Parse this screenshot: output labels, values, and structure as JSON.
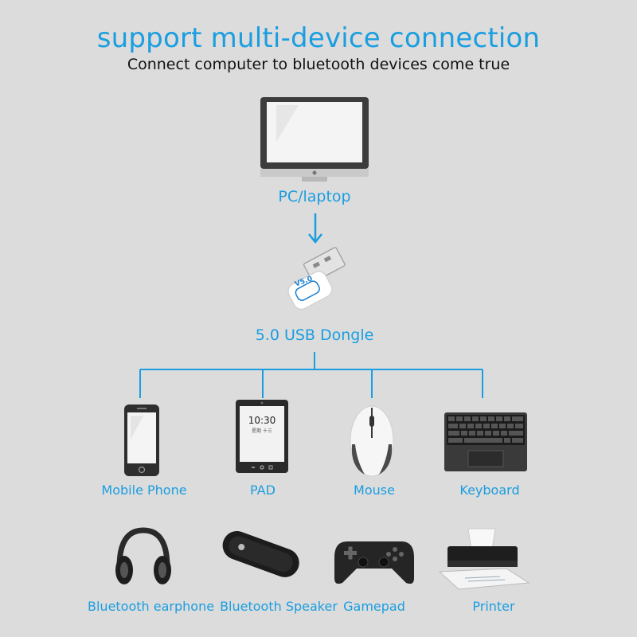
{
  "header": {
    "title": "support multi-device connection",
    "subtitle": "Connect computer to bluetooth devices come true"
  },
  "hub": {
    "pc_label": "PC/laptop",
    "dongle_badge": "V5.0",
    "dongle_label": "5.0 USB Dongle"
  },
  "devices_row1": [
    {
      "label": "Mobile Phone",
      "icon": "mobile-phone-icon"
    },
    {
      "label": "PAD",
      "icon": "tablet-icon",
      "screen_time": "10:30",
      "screen_date": "星期 十三"
    },
    {
      "label": "Mouse",
      "icon": "mouse-icon"
    },
    {
      "label": "Keyboard",
      "icon": "keyboard-icon"
    }
  ],
  "devices_row2": [
    {
      "label": "Bluetooth earphone",
      "icon": "headphones-icon"
    },
    {
      "label": "Bluetooth Speaker",
      "icon": "speaker-icon"
    },
    {
      "label": "Gamepad",
      "icon": "gamepad-icon"
    },
    {
      "label": "Printer",
      "icon": "printer-icon"
    }
  ],
  "colors": {
    "accent": "#1a9ee0",
    "background": "#dcdcdc",
    "text": "#111111"
  }
}
